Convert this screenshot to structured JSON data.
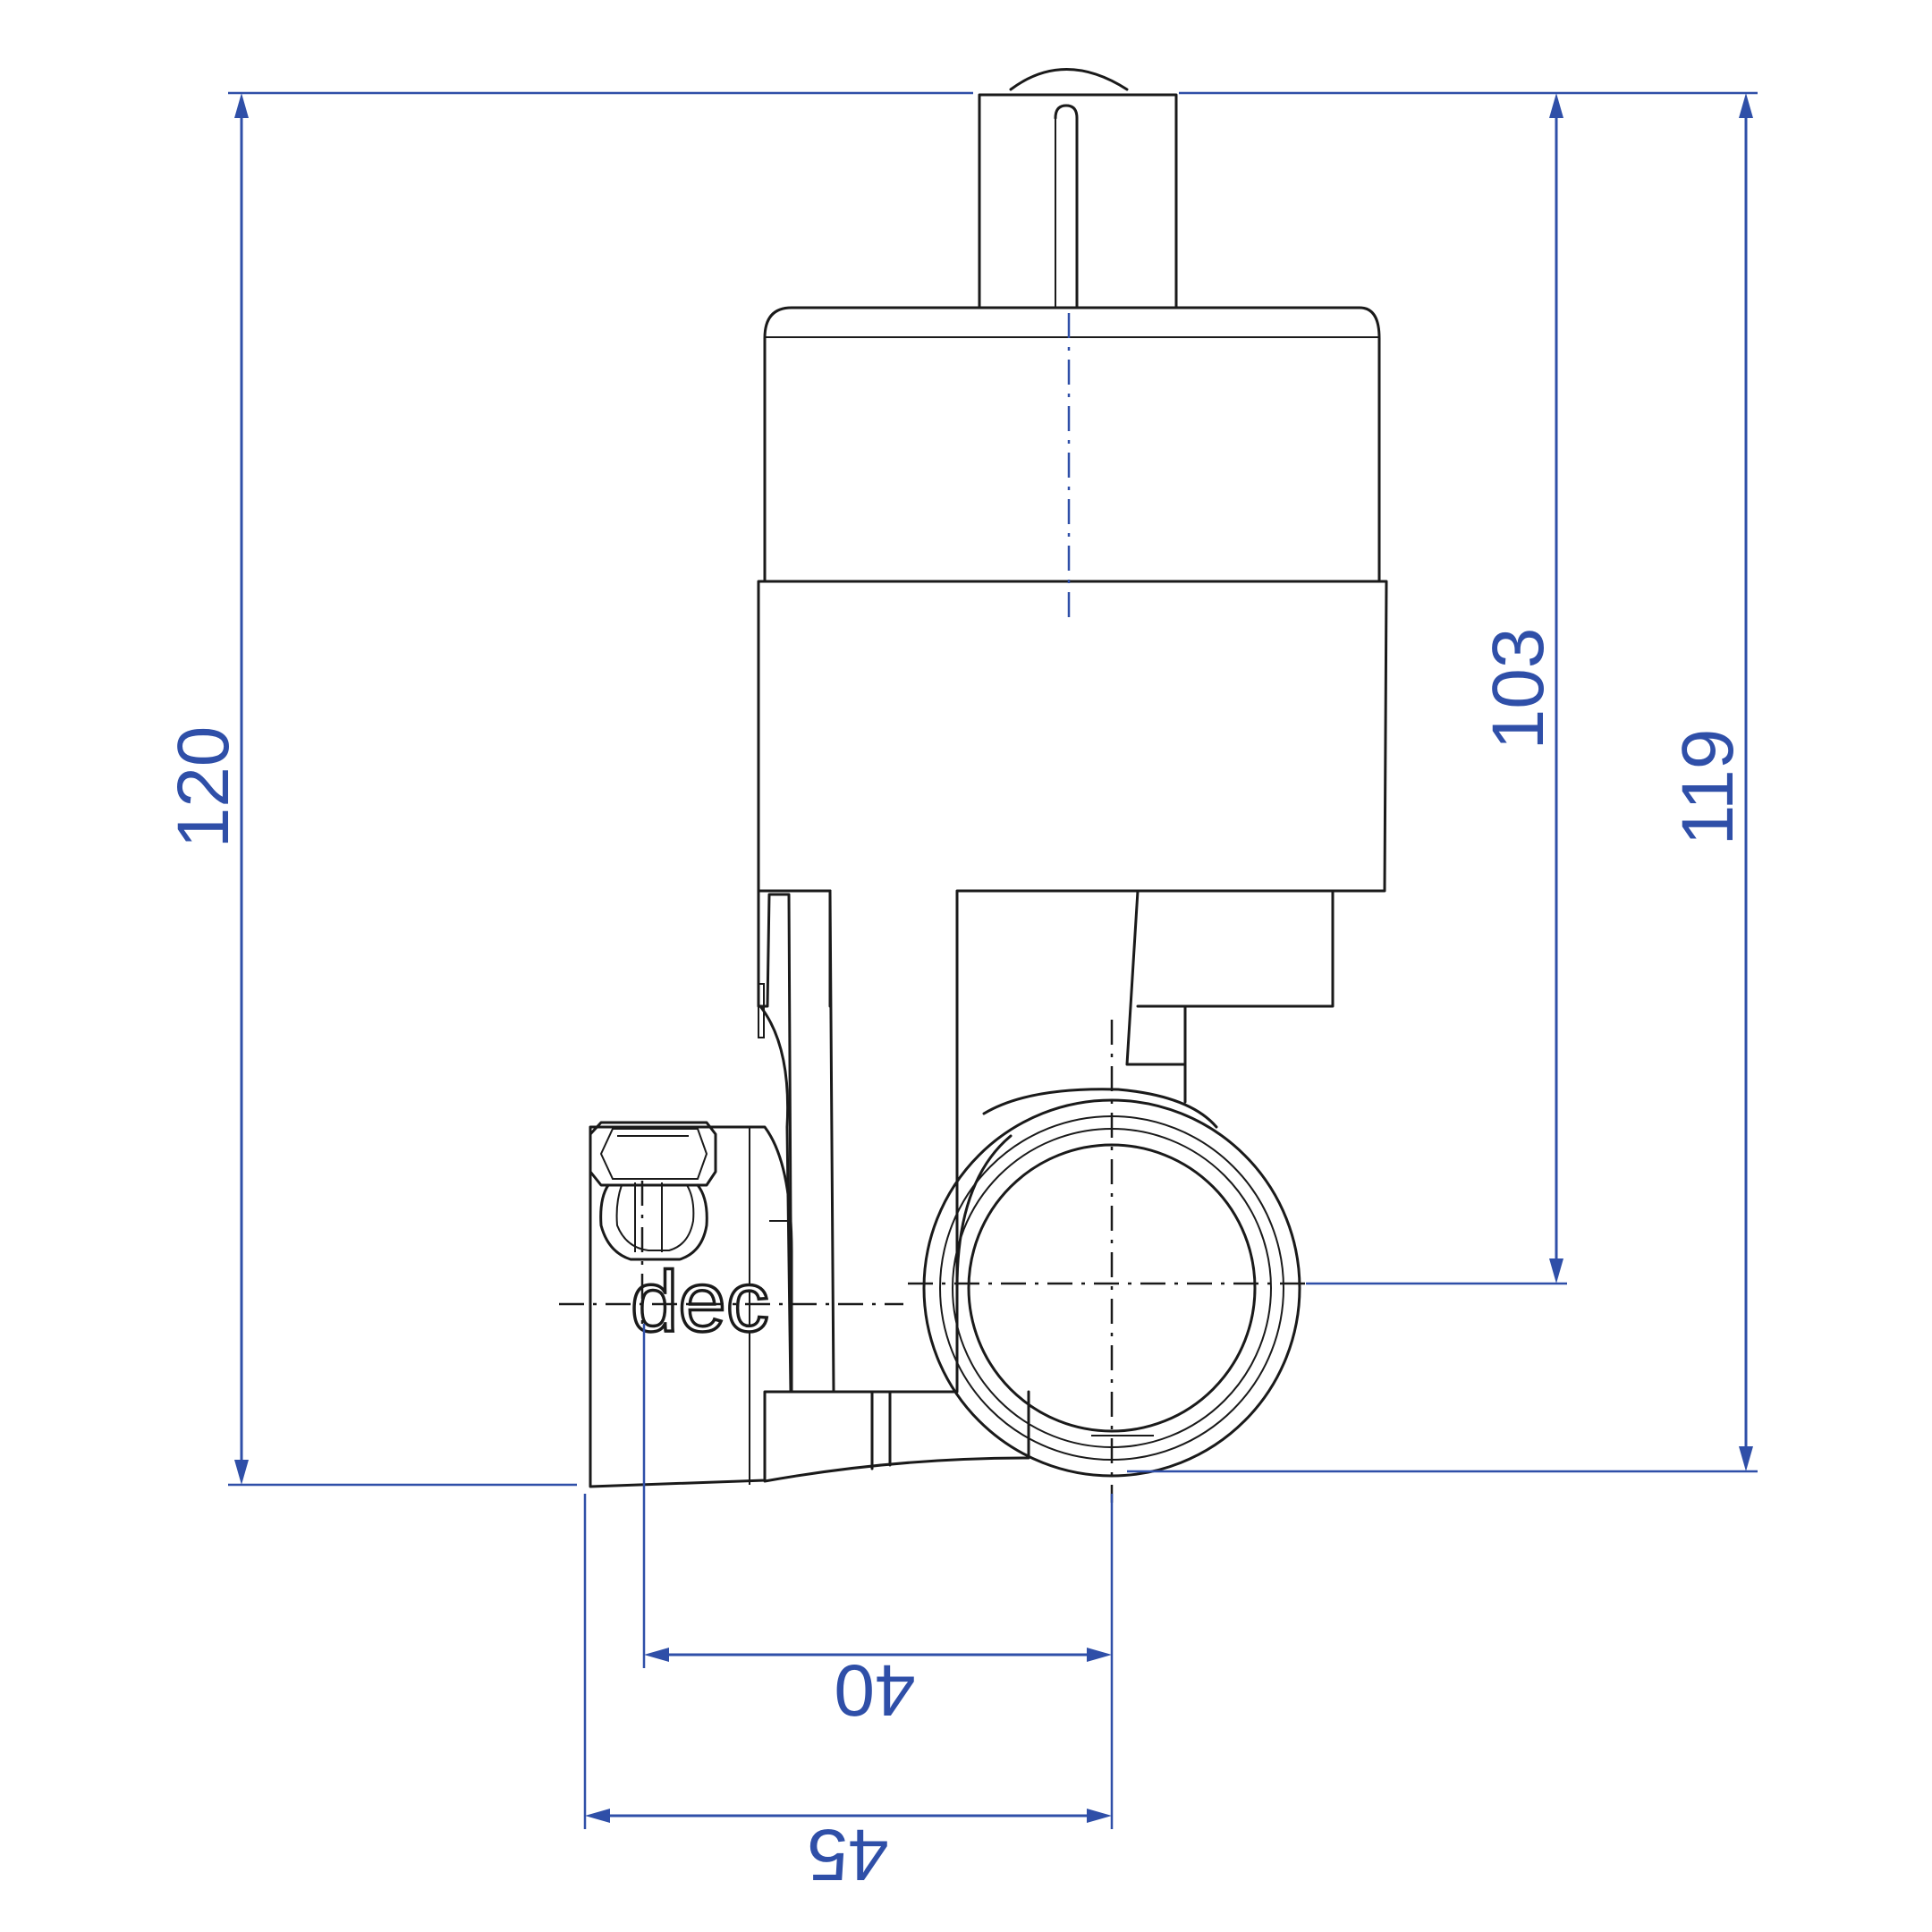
{
  "colors": {
    "dimension": "#2f4fa8",
    "outline": "#1a1a1a",
    "background": "#ffffff"
  },
  "dimensions": {
    "overall_height_left": "120",
    "overall_height_right": "119",
    "centerline_height": "103",
    "port_offset_small": "40",
    "port_offset_large": "45"
  },
  "brand": {
    "partial_logo_text": "dec"
  }
}
